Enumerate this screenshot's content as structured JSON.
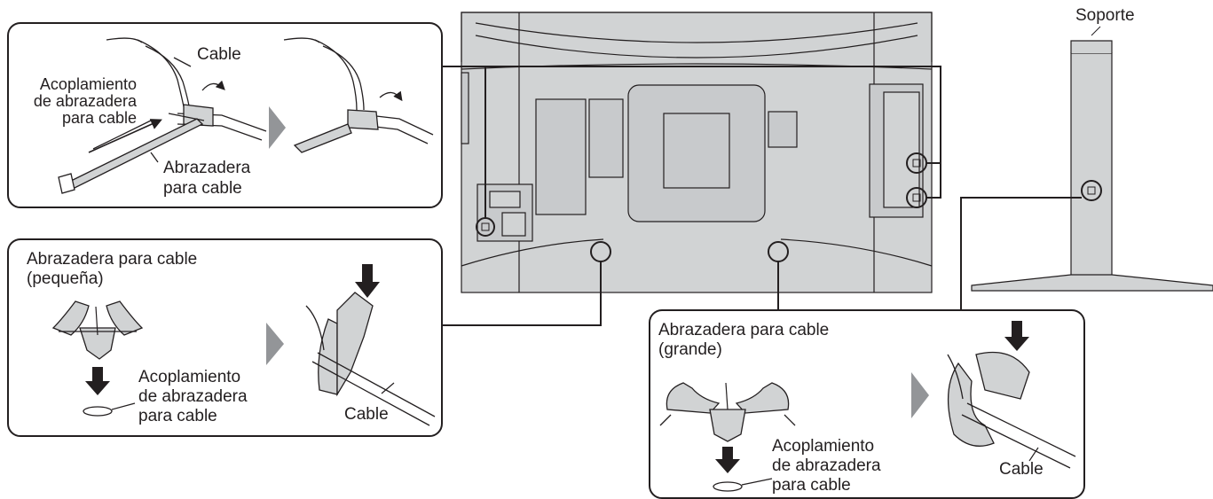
{
  "labels": {
    "soporte": "Soporte",
    "panel1_cable": "Cable",
    "panel1_acoplamiento_1": "Acoplamiento",
    "panel1_acoplamiento_2": "de abrazadera",
    "panel1_acoplamiento_3": "para cable",
    "panel1_abrazadera_1": "Abrazadera",
    "panel1_abrazadera_2": "para cable",
    "panel2_title_1": "Abrazadera para cable",
    "panel2_title_2": "(pequeña)",
    "panel2_acoplamiento_1": "Acoplamiento",
    "panel2_acoplamiento_2": "de abrazadera",
    "panel2_acoplamiento_3": "para cable",
    "panel2_cable": "Cable",
    "panel3_title_1": "Abrazadera para cable",
    "panel3_title_2": "(grande)",
    "panel3_acoplamiento_1": "Acoplamiento",
    "panel3_acoplamiento_2": "de abrazadera",
    "panel3_acoplamiento_3": "para cable",
    "panel3_cable": "Cable"
  },
  "colors": {
    "line": "#231f20",
    "tv_body": "#d1d3d4",
    "arrow_gray": "#939598"
  }
}
